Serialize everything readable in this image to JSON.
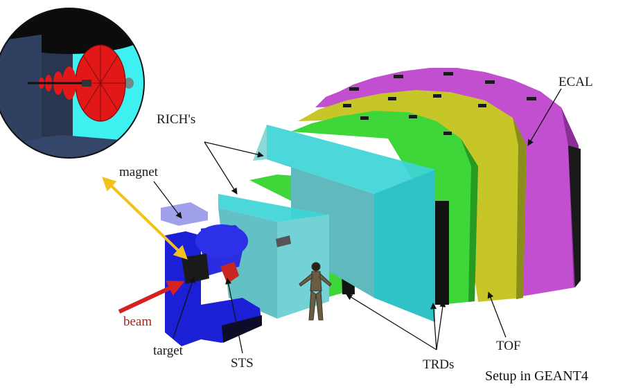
{
  "labels": {
    "ecal": "ECAL",
    "rich": "RICH's",
    "magnet": "magnet",
    "beam": "beam",
    "target": "target",
    "sts": "STS",
    "trds": "TRDs",
    "tof": "TOF"
  },
  "caption": "Setup in GEANT4",
  "colors": {
    "ecal": "#c24fd0",
    "tof": "#c6c629",
    "trd": "#3fd63a",
    "rich": "#3dd5d8",
    "magnet": "#1b1fd6",
    "target_region": "#1a1a1a",
    "sts": "#c8261e",
    "beam_arrow": "#d42222",
    "zoom_arrow": "#f2c11a",
    "inset_background": "#2a3550"
  },
  "icons": {
    "person": "human-figure-icon",
    "zoom_link": "double-arrow-icon",
    "beam_direction": "arrow-icon"
  }
}
